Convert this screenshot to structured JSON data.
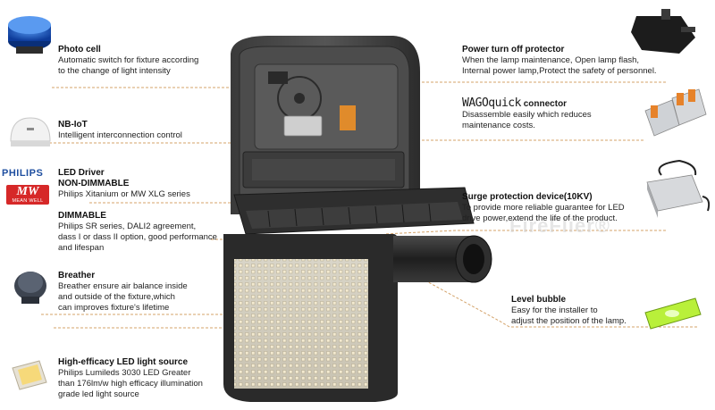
{
  "colors": {
    "leader_line": "#d4a36a",
    "philips_blue": "#1f4fa0",
    "meanwell_red": "#d62828"
  },
  "logos": {
    "philips": "PHILIPS",
    "meanwell_mark": "MW",
    "meanwell_name": "MEAN WELL"
  },
  "watermark": "FireFlier®",
  "left": {
    "photocell": {
      "title": "Photo cell",
      "desc": [
        "Automatic switch for fixture according",
        "to the change of light intensity"
      ]
    },
    "nbiot": {
      "title": "NB-IoT",
      "desc": [
        "Intelligent interconnection control"
      ]
    },
    "driver": {
      "title": "LED Driver",
      "subtitle": "NON-DIMMABLE",
      "desc": [
        "Philips Xitanium or MW XLG series"
      ]
    },
    "dimmable": {
      "title": "DIMMABLE",
      "desc": [
        "Philips SR series, DALI2 agreement,",
        "dass I or dass II option, good performance",
        "and lifespan"
      ]
    },
    "breather": {
      "title": "Breather",
      "desc": [
        "Breather ensure air balance inside",
        "and outside of the fixture,which",
        "can improves fixture's lifetime"
      ]
    },
    "led": {
      "title": "High-efficacy LED light source",
      "desc": [
        "Philips Lumileds 3030 LED Greater",
        "than 176lm/w high efficacy illumination",
        "grade led light source"
      ]
    }
  },
  "right": {
    "power": {
      "title": "Power turn off protector",
      "desc": [
        "When the lamp maintenance, Open lamp flash,",
        "Internal power lamp,Protect the safety of personnel."
      ]
    },
    "wago": {
      "brand": "WAGOquick",
      "title": " connector",
      "desc": [
        "Disassemble easily which reduces",
        "maintenance costs."
      ]
    },
    "surge": {
      "title": "Surge protection device(10KV)",
      "desc": [
        "To provide more reliable guarantee for LED",
        "drive power,extend the life of the product."
      ]
    },
    "level": {
      "title": "Level bubble",
      "desc": [
        "Easy for the installer to",
        "adjust the position of the lamp."
      ]
    }
  }
}
